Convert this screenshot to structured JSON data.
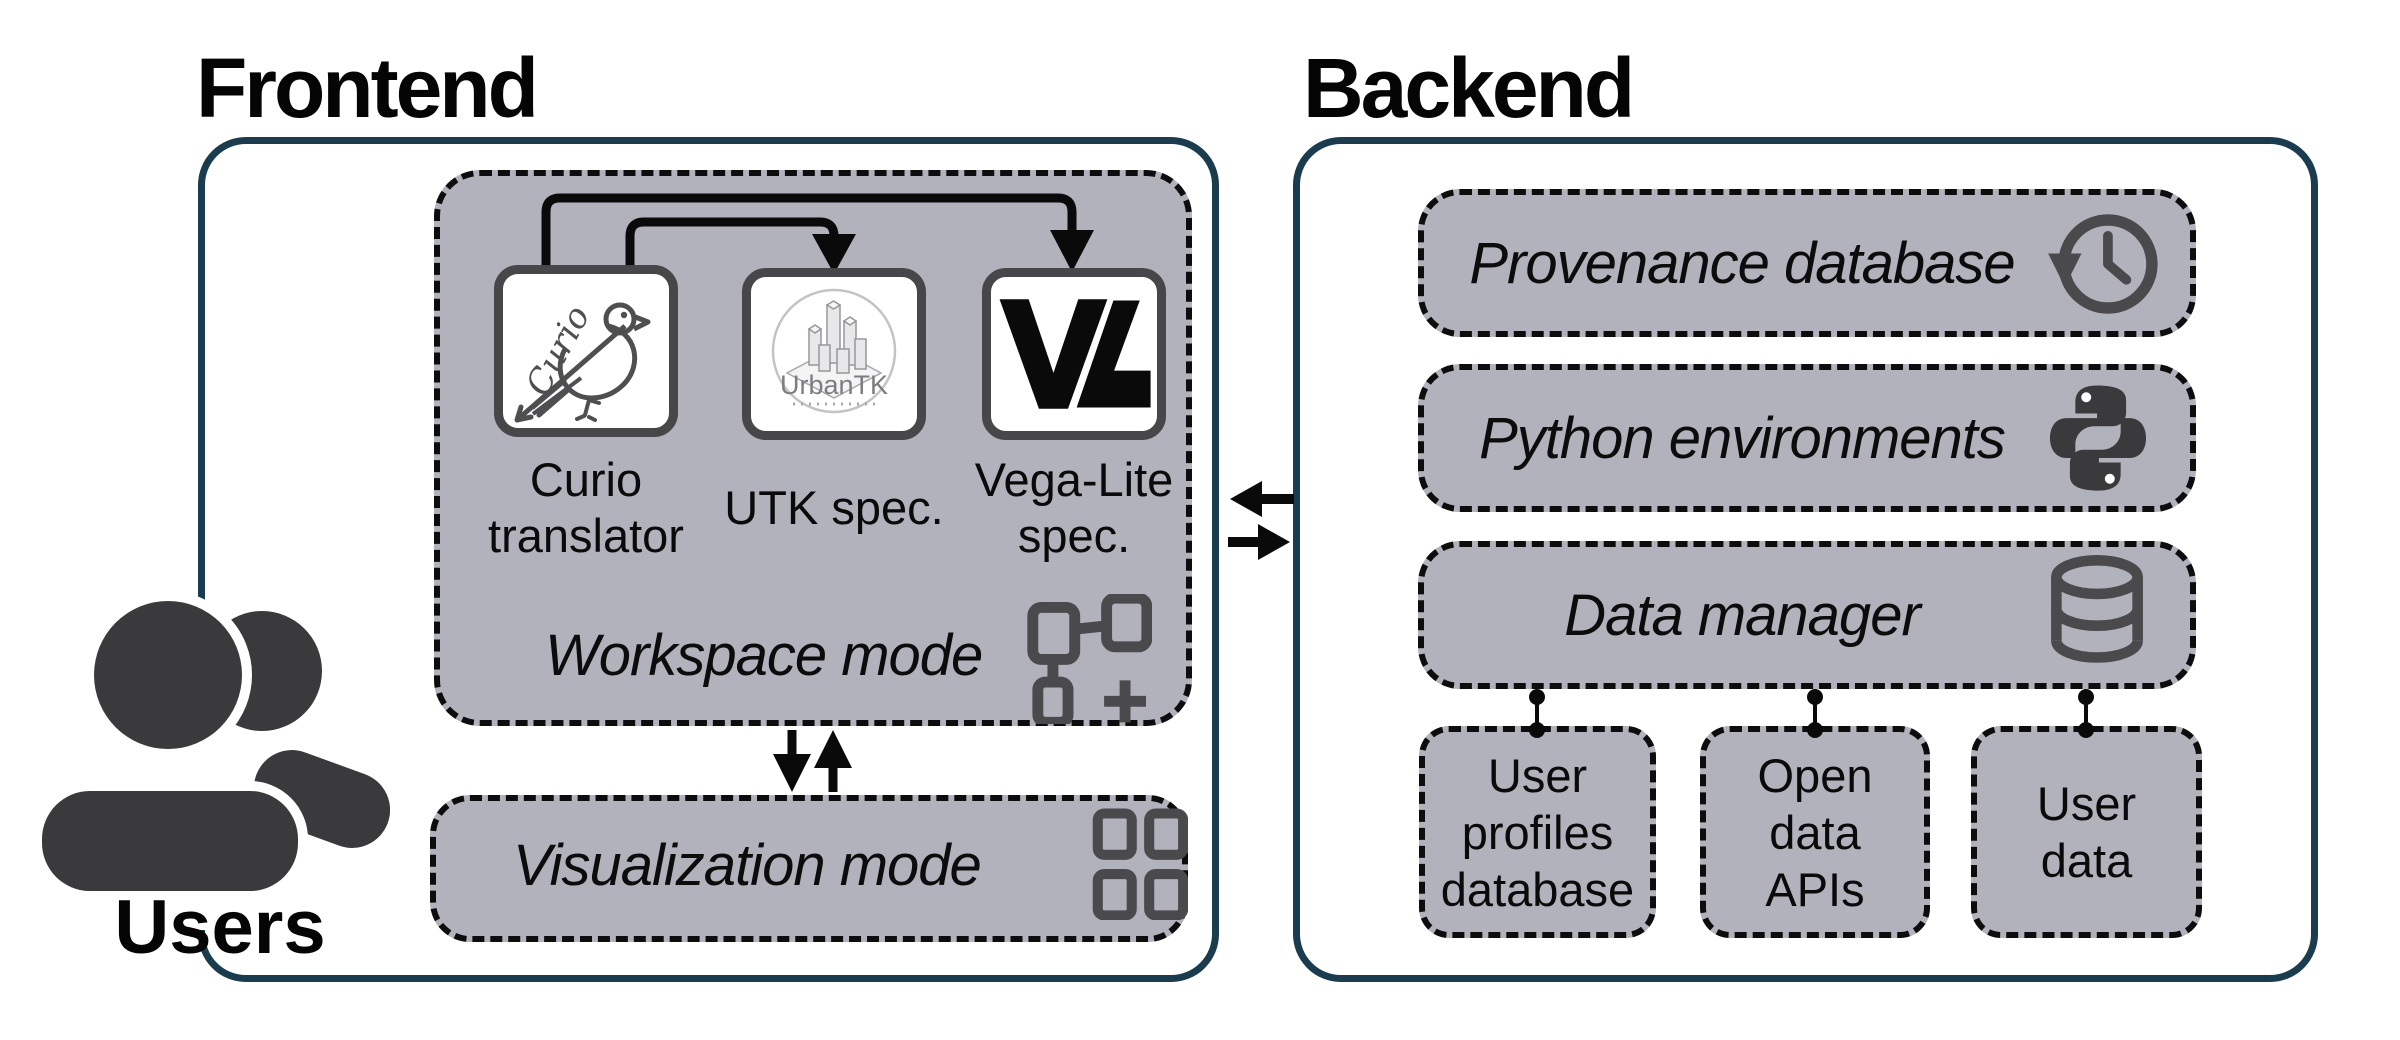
{
  "titles": {
    "frontend": "Frontend",
    "backend": "Backend"
  },
  "users": {
    "label": "Users"
  },
  "workspace": {
    "label": "Workspace mode",
    "tools": [
      {
        "id": "curio-translator",
        "line1": "Curio",
        "line2": "translator",
        "logo_text": "Curio"
      },
      {
        "id": "utk-spec",
        "line1": "UTK spec.",
        "logo_text": "UrbanTK"
      },
      {
        "id": "vega-lite-spec",
        "line1": "Vega-Lite",
        "line2": "spec.",
        "logo_text": "VL"
      }
    ]
  },
  "visualization": {
    "label": "Visualization mode"
  },
  "backend": {
    "rows": [
      {
        "id": "provenance-database",
        "label": "Provenance database",
        "icon": "history-icon"
      },
      {
        "id": "python-environments",
        "label": "Python environments",
        "icon": "python-icon"
      },
      {
        "id": "data-manager",
        "label": "Data manager",
        "icon": "database-icon"
      }
    ],
    "data_sources": [
      {
        "id": "user-profiles-database",
        "line1": "User",
        "line2": "profiles",
        "line3": "database"
      },
      {
        "id": "open-data-apis",
        "line1": "Open",
        "line2": "data",
        "line3": "APIs"
      },
      {
        "id": "user-data",
        "line1": "User",
        "line2": "data"
      }
    ]
  },
  "icons": {
    "users": "users-icon",
    "workspace": "workflow-icon",
    "visualization": "grid-icon",
    "provenance": "history-icon",
    "python": "python-icon",
    "data_manager": "database-icon"
  },
  "colors": {
    "container_border": "#1b3c4e",
    "panel_fill": "#b2b2bc",
    "dashed_border": "#0d0d0d",
    "tool_box_border": "#47474a",
    "icon_dark": "#3a3a3d",
    "icon_stroke": "#4a4a4d",
    "arrow": "#0a0a0a"
  }
}
